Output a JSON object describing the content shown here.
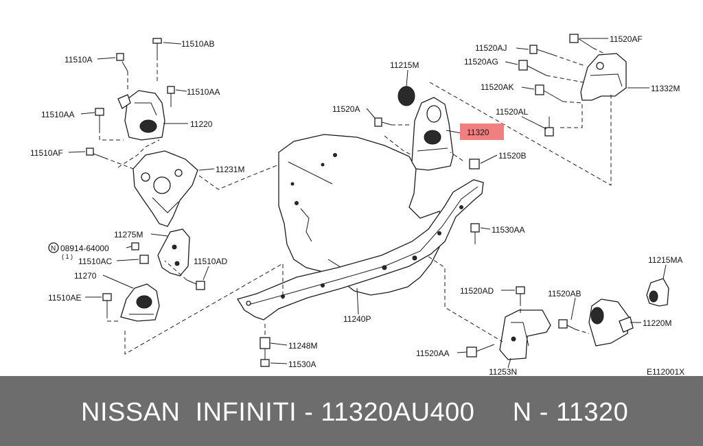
{
  "diagram": {
    "callouts": {
      "c_11510AB": "11510AB",
      "c_11510A": "11510A",
      "c_11510AA_r": "11510AA",
      "c_11510AA_l": "11510AA",
      "c_11220": "11220",
      "c_11510AF": "11510AF",
      "c_11231M": "11231M",
      "c_11275M": "11275M",
      "c_08914": "08914-64000",
      "c_08914_qty": "( 1 )",
      "c_11510AC": "11510AC",
      "c_11510AD": "11510AD",
      "c_11270": "11270",
      "c_11510AE": "11510AE",
      "c_11248M": "11248M",
      "c_11530A": "11530A",
      "c_11240P": "11240P",
      "c_11215M": "11215M",
      "c_11520A": "11520A",
      "c_11320": "11320",
      "c_11520B": "11520B",
      "c_11520AJ": "11520AJ",
      "c_11520AF": "11520AF",
      "c_11520AG": "11520AG",
      "c_11520AK": "11520AK",
      "c_11332M": "11332M",
      "c_11520AL": "11520AL",
      "c_11530AA": "11530AA",
      "c_11520AD": "11520AD",
      "c_11520AB": "11520AB",
      "c_11215MA": "11215MA",
      "c_11220M": "11220M",
      "c_11520AA": "11520AA",
      "c_11253N": "11253N",
      "c_E112001X": "E112001X"
    },
    "nut_symbol": "N",
    "highlight_color": "#f08080"
  },
  "footer": {
    "text": "NISSAN  INFINITI - 11320AU400     N - 11320",
    "background": "#6d6d6d",
    "text_color": "#ffffff"
  }
}
